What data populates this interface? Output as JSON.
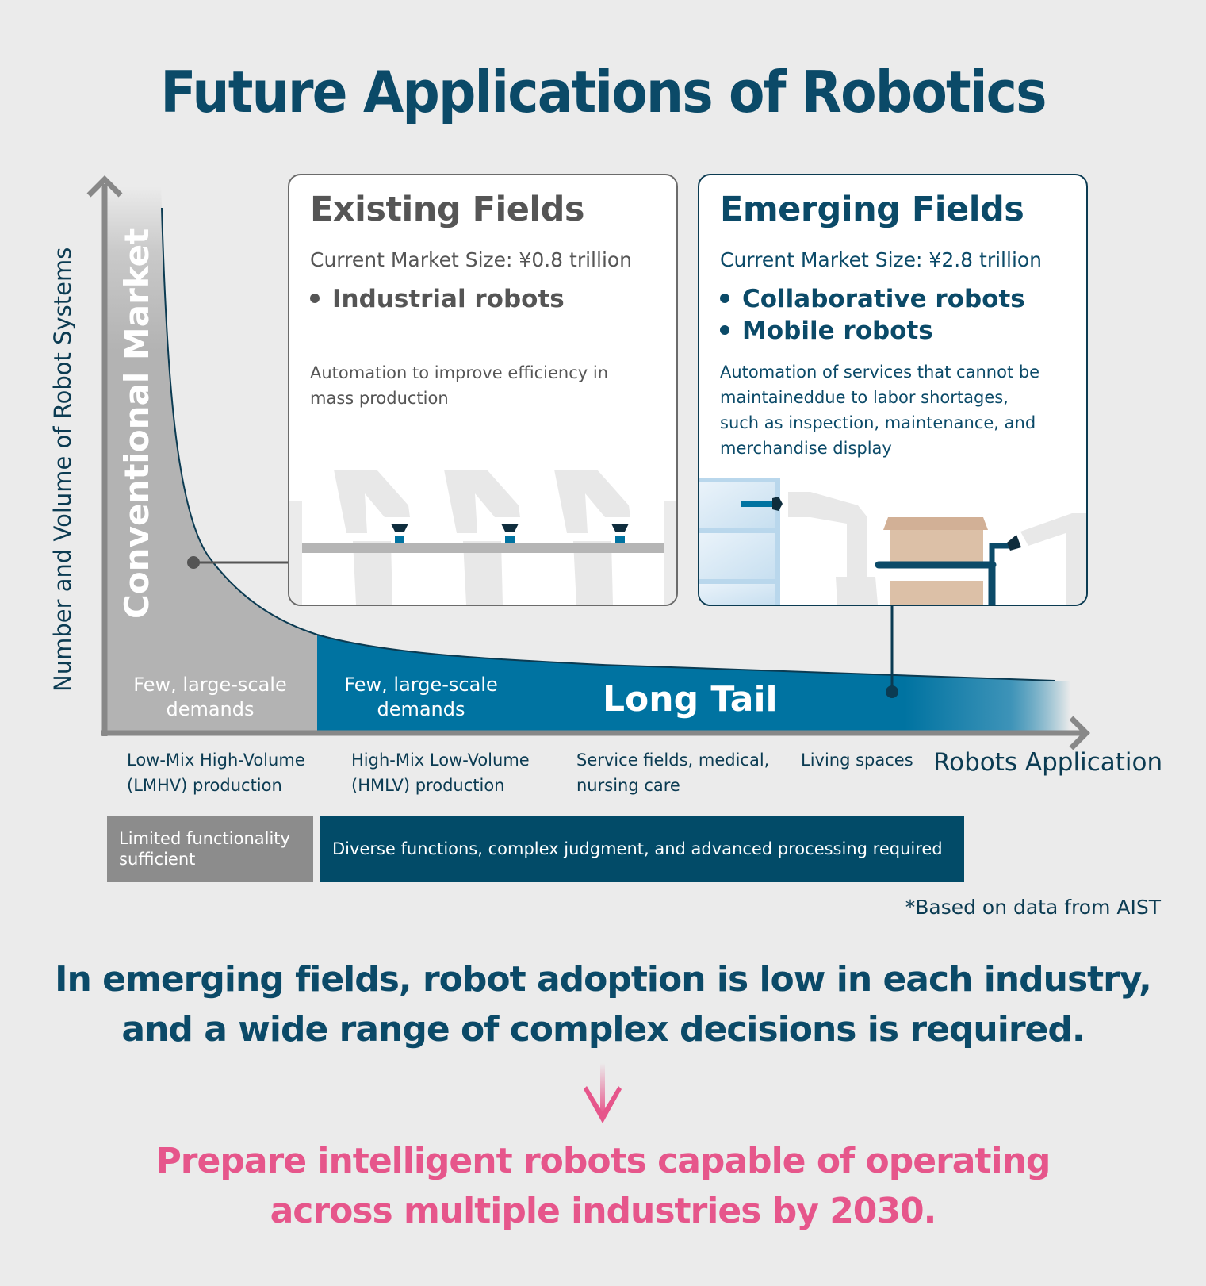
{
  "title": "Future Applications of Robotics",
  "chart_data": {
    "type": "area",
    "title": "Future Applications of Robotics",
    "xlabel": "Robots Application",
    "ylabel": "Number and Volume of Robot Systems",
    "categories": [
      "Low-Mix High-Volume (LMHV) production",
      "High-Mix Low-Volume (HMLV) production",
      "Service fields, medical, nursing care",
      "Living spaces"
    ],
    "regions": [
      {
        "name": "Conventional Market",
        "label": "Few, large-scale demands",
        "color": "#b3b3b3"
      },
      {
        "name": "Long Tail",
        "label": "Few, large-scale demands",
        "color": "#0073a1"
      }
    ],
    "curve": "long-tail (decreasing power-law shape)",
    "source_note": "*Based on data from AIST"
  },
  "chart": {
    "y_axis_label": "Number and Volume of Robot Systems",
    "x_axis_label": "Robots Application",
    "conventional_label": "Conventional Market",
    "gray_region_label_1": "Few, large-scale",
    "gray_region_label_2": "demands",
    "blue_region_label_1": "Few, large-scale",
    "blue_region_label_2": "demands",
    "long_tail_label": "Long Tail",
    "categories": [
      {
        "line1": "Low-Mix High-Volume",
        "line2": "(LMHV) production"
      },
      {
        "line1": "High-Mix Low-Volume",
        "line2": "(HMLV) production"
      },
      {
        "line1": "Service fields, medical,",
        "line2": "nursing care"
      },
      {
        "line1": "Living spaces",
        "line2": ""
      }
    ]
  },
  "existing": {
    "heading": "Existing Fields",
    "market": "Current Market Size: ¥0.8 trillion",
    "items": [
      "Industrial robots"
    ],
    "desc_1": "Automation to improve efficiency in",
    "desc_2": "mass production"
  },
  "emerging": {
    "heading": "Emerging Fields",
    "market": "Current Market Size: ¥2.8 trillion",
    "items": [
      "Collaborative robots",
      "Mobile robots"
    ],
    "desc_1": "Automation of services that cannot be",
    "desc_2": "maintaineddue to labor shortages,",
    "desc_3": "such as inspection, maintenance, and",
    "desc_4": "merchandise display"
  },
  "bands": {
    "limited_1": "Limited functionality",
    "limited_2": "sufficient",
    "diverse": "Diverse functions, complex judgment, and advanced processing required"
  },
  "source": "*Based on data from AIST",
  "summary": {
    "line1": "In emerging fields, robot adoption is low in each industry,",
    "line2": "and a wide range of complex decisions is required."
  },
  "conclusion": {
    "line1": "Prepare intelligent robots capable of operating",
    "line2": "across multiple industries by 2030."
  },
  "colors": {
    "title": "#0b4a68",
    "gray_region": "#b3b3b3",
    "blue_region": "#0073a1",
    "dark_band": "#024b68",
    "gray_band": "#8c8c8c",
    "accent_pink": "#e6568b",
    "axis": "#888888"
  }
}
